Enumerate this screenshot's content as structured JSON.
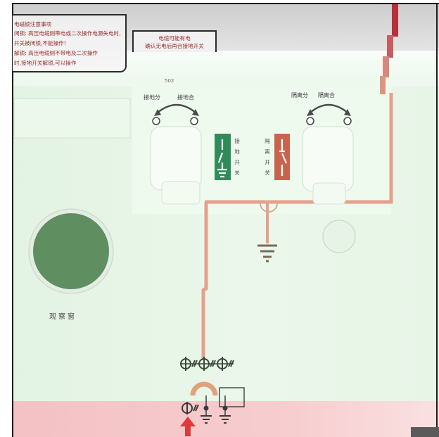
{
  "notice": {
    "lines": [
      "电磁锁注意事项",
      "闭锁: 高压电缆侧带电或二次操作电源失电时,",
      "开关被闭锁,不能操作!",
      "解锁: 高压电缆侧不带电及二次操作",
      "时,接地开关解锁,可以操作"
    ]
  },
  "warning": {
    "line1": "电缆可能有电",
    "line2": "确认无电后再合接地开关"
  },
  "panel_code": "502",
  "earth_knob": {
    "label_open": "接地分",
    "label_close": "接地合"
  },
  "disconnector_knob": {
    "label_open": "隔离分",
    "label_close": "隔离合"
  },
  "earth_indicator": {
    "label": [
      "接",
      "地",
      "开",
      "关"
    ]
  },
  "disconnector_indicator": {
    "label": [
      "隔",
      "离",
      "开",
      "关"
    ]
  },
  "window": {
    "label": "观察窗"
  },
  "icons": {
    "earth_switch": "earth-switch-icon",
    "disconnector": "disconnector-icon",
    "ground": "ground-icon",
    "current_transformer": "current-transformer-icon",
    "cable_terminal": "cable-terminal-icon",
    "rotation_arrow": "rotation-arrow-icon",
    "incoming_arrow": "arrow-up-icon"
  },
  "colors": {
    "busbar": "#e6a08c",
    "feeder_line": "#b8303a",
    "earth_indicator": "#2f8c5a",
    "disconnector_indicator": "#c8644e",
    "notice_text": "#9b2a2a",
    "observation_window": "#5f8e61",
    "alarm_arrow": "#dd3a3a"
  }
}
